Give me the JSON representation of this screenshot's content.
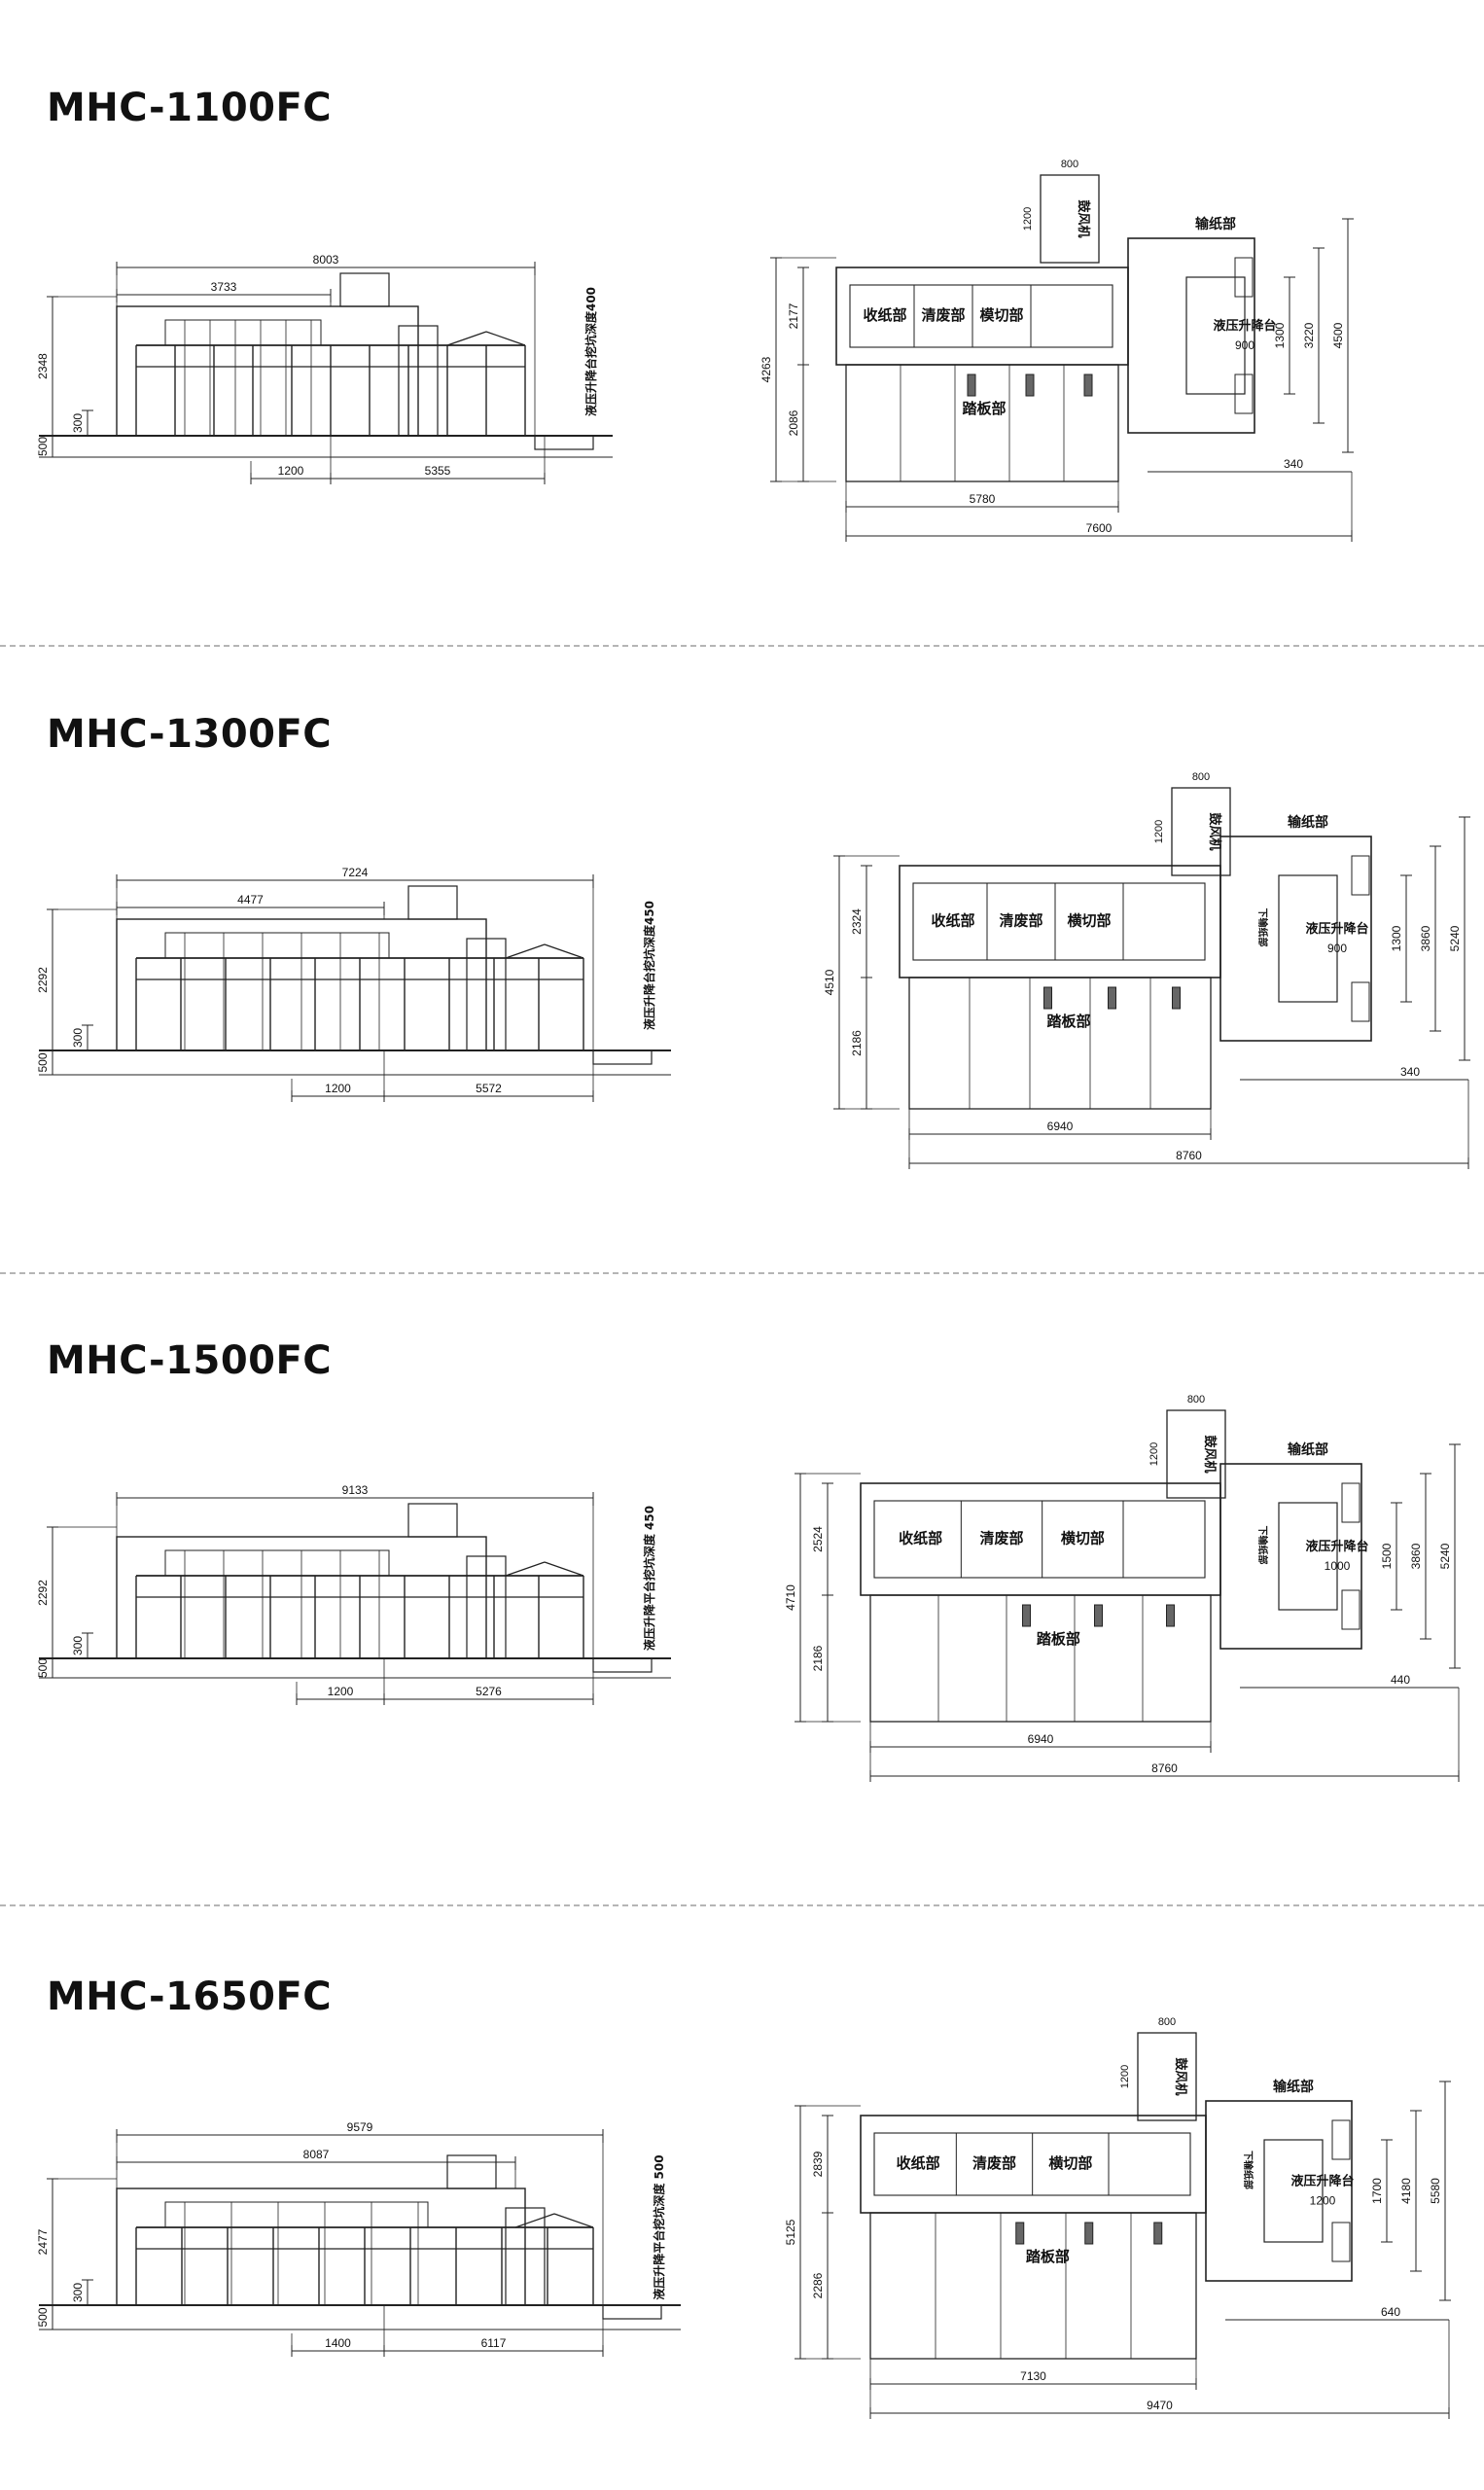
{
  "sections": [
    {
      "model": "MHC-1100FC",
      "side": {
        "overall": "8003",
        "upper": "3733",
        "height": "2348",
        "step": "300",
        "base": "500",
        "left_bottom": "1200",
        "right_bottom": "5355",
        "pit_note": "液压升降台挖坑深度400"
      },
      "top": {
        "fan_w": "800",
        "fan_h": "1200",
        "fan_label": "鼓风机",
        "feeder": "输纸部",
        "delivery": "收纸部",
        "stripping": "清废部",
        "diecut": "模切部",
        "pedal": "踏板部",
        "lift": "液压升降台",
        "lift_w": "900",
        "h_upper": "2177",
        "h_lower": "2086",
        "h_total": "4263",
        "d1": "1300",
        "d2": "3220",
        "d3": "4500",
        "offset": "340",
        "len_inner": "5780",
        "len_total": "7600"
      }
    },
    {
      "model": "MHC-1300FC",
      "side": {
        "overall": "7224",
        "upper": "4477",
        "height": "2292",
        "step": "300",
        "base": "500",
        "left_bottom": "1200",
        "right_bottom": "5572",
        "pit_note": "液压升降台挖坑深度450"
      },
      "top": {
        "fan_w": "800",
        "fan_h": "1200",
        "fan_label": "鼓风机",
        "feeder": "输纸部",
        "delivery": "收纸部",
        "stripping": "清废部",
        "diecut": "横切部",
        "pedal": "踏板部",
        "lift": "液压升降台",
        "lift_w": "900",
        "lower_unit": "下输纸部",
        "h_upper": "2324",
        "h_lower": "2186",
        "h_total": "4510",
        "d1": "1300",
        "d2": "3860",
        "d3": "5240",
        "offset": "340",
        "len_inner": "6940",
        "len_total": "8760"
      }
    },
    {
      "model": "MHC-1500FC",
      "side": {
        "overall": "9133",
        "upper": "",
        "height": "2292",
        "step": "300",
        "base": "500",
        "left_bottom": "1200",
        "right_bottom": "5276",
        "pit_note": "液压升降平台挖坑深度 450"
      },
      "top": {
        "fan_w": "800",
        "fan_h": "1200",
        "fan_label": "鼓风机",
        "feeder": "输纸部",
        "delivery": "收纸部",
        "stripping": "清废部",
        "diecut": "横切部",
        "pedal": "踏板部",
        "lift": "液压升降台",
        "lift_w": "1000",
        "lower_unit": "下输纸部",
        "h_upper": "2524",
        "h_lower": "2186",
        "h_total": "4710",
        "d1": "1500",
        "d2": "3860",
        "d3": "5240",
        "offset": "440",
        "len_inner": "6940",
        "len_total": "8760"
      }
    },
    {
      "model": "MHC-1650FC",
      "side": {
        "overall": "9579",
        "upper": "8087",
        "height": "2477",
        "step": "300",
        "base": "500",
        "left_bottom": "1400",
        "right_bottom": "6117",
        "pit_note": "液压升降平台挖坑深度 500"
      },
      "top": {
        "fan_w": "800",
        "fan_h": "1200",
        "fan_label": "鼓风机",
        "feeder": "输纸部",
        "delivery": "收纸部",
        "stripping": "清废部",
        "diecut": "横切部",
        "pedal": "踏板部",
        "lift": "液压升降台",
        "lift_w": "1200",
        "lower_unit": "下输纸部",
        "h_upper": "2839",
        "h_lower": "2286",
        "h_total": "5125",
        "d1": "1700",
        "d2": "4180",
        "d3": "5580",
        "offset": "640",
        "len_inner": "7130",
        "len_total": "9470"
      }
    }
  ]
}
